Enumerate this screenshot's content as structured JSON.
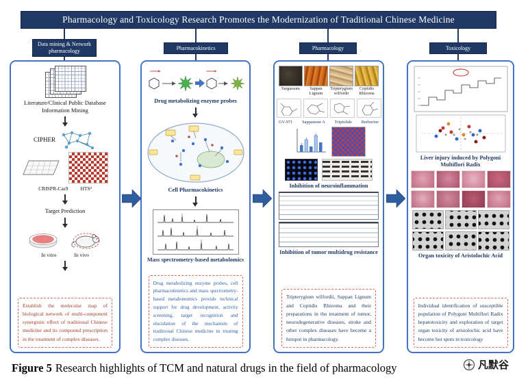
{
  "banner": {
    "title": "Pharmacology and Toxicology Research Promotes the Modernization of Traditional Chinese Medicine"
  },
  "columns": {
    "datamining": {
      "header": "Data mining & Network pharmacology",
      "mining_label": "Literature/Clinical Public Database Information Mining",
      "cipher": "CIPHER",
      "crispr": "CRISPR-Cas9",
      "hts": "HTS²",
      "target": "Target Prediction",
      "invitro": "In vitro",
      "invivo": "In vivo",
      "summary": "Establish the molecular map of biological network of multi-component synergistic effect of traditional Chinese medicine and its compound prescription in the treatment of complex diseases."
    },
    "pharmacokinetics": {
      "header": "Pharmacokinetics",
      "probes_label": "Drug metabolizing enzyme probes",
      "cellpk_label": "Cell Pharmacokinetics",
      "massspec_label": "Mass spectrometry-based metabolomics",
      "summary": "Drug metabolizing enzyme probes, cell pharmacokinetics and mass spectrometry-based metabonomics provide technical support for drug development, activity screening, target recognition and elucidation of the mechanism of traditional Chinese medicine in treating complex diseases."
    },
    "pharmacology": {
      "header": "Pharmacology",
      "herbs": [
        "Sargassum",
        "Sappan Lignum",
        "Tripterygium wilfordii",
        "Coptidis Rhizoma"
      ],
      "compounds": [
        "GV-971",
        "Sappanone A",
        "Triptolide",
        "Berberine"
      ],
      "neuro_label": "Inhibition of neuroinflammation",
      "mdr_label": "Inhibition of tumor multidrug resistance",
      "summary": "Tripterygium wilfordii, Sappan Lignum and Coptidis Rhizoma and their preparations in the treatment of tumor, neurodegenerative diseases, stroke and other complex diseases have become a hotspot in pharmacology."
    },
    "toxicology": {
      "header": "Toxicology",
      "liver_label": "Liver injury induced by Polygoni Multiflori Radix",
      "organ_label": "Organ toxicity of Aristolochic Acid",
      "summary": "Individual identification of susceptible population of Polygoni Multiflori Radix hepatotoxicity and exploration of target organ toxicity of aristolochic acid have become hot spots in toxicology"
    }
  },
  "caption": {
    "figure_label": "Figure 5",
    "text": "Research highlights of TCM and natural drugs in the field of pharmacology"
  },
  "watermark": {
    "text": "凡默谷"
  },
  "colors": {
    "navy": "#1f3864",
    "panel_border": "#4472c4",
    "arrow_blue": "#2f5e9e",
    "dashed_border": "#d96a4f"
  }
}
